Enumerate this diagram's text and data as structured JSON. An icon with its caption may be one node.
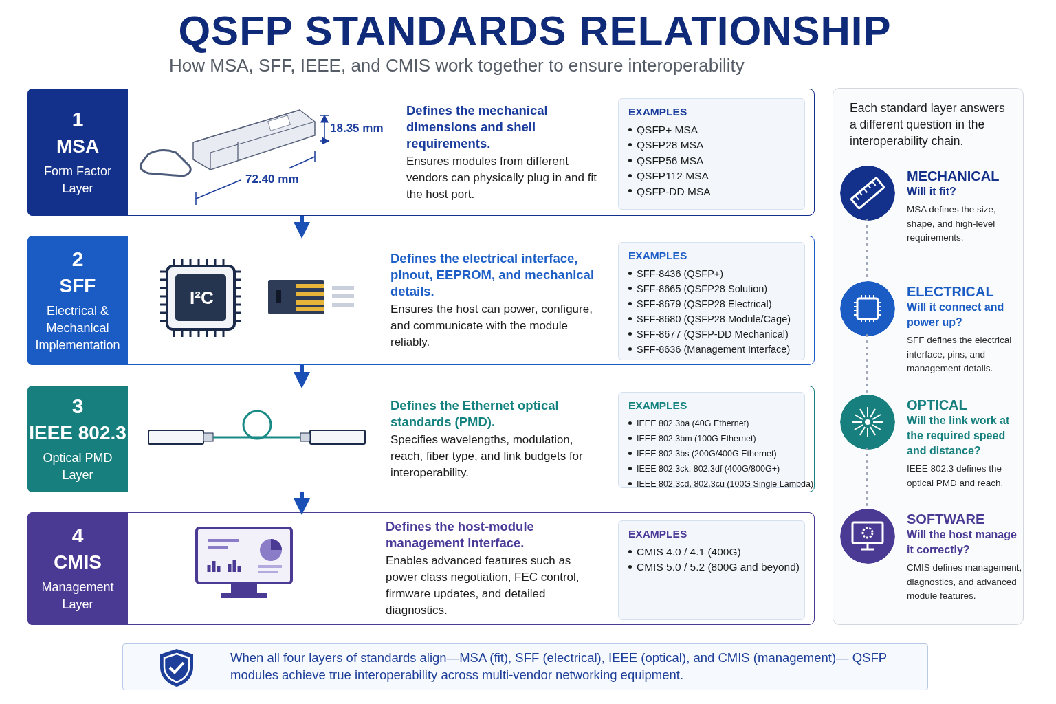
{
  "diagram": {
    "title": "QSFP STANDARDS RELATIONSHIP",
    "caption": "How MSA, SFF, IEEE, and CMIS work together to ensure interoperability",
    "nodes": [
      {
        "text": [
          "1",
          "MSA",
          "Form Factor Layer",
          "Defines the mechanical dimensions and shell requirements.",
          "Ensures modules from different vendors can physically plug in and fit the host port."
        ]
      },
      {
        "text": [
          "EXAMPLES",
          "QSFP+ MSA",
          "QSFP28 MSA",
          "QSFP56 MSA",
          "QSFP112 MSA",
          "QSFP-DD MSA"
        ],
        "in": 0
      },
      {
        "text": [
          "2",
          "SFF",
          "Electrical & Mechanical Implementation",
          "Defines the electrical interface, pinout, EEPROM, and mechanical details.",
          "Ensures the host can power, configure, and communicate with the module reliably."
        ]
      },
      {
        "text": [
          "EXAMPLES",
          "SFF-8436 (QSFP+)",
          "SFF-8665 (QSFP28 Solution)",
          "SFF-8679 (QSFP28 Electrical)",
          "SFF-8680 (QSFP28 Module/Cage)",
          "SFF-8677 (QSFP-DD Mechanical)",
          "SFF-8636 (Management Interface)"
        ],
        "in": 2
      },
      {
        "text": [
          "3",
          "IEEE 802.3",
          "Optical PMD Layer",
          "Defines the Ethernet optical standards (PMD).",
          "Specifies wavelengths, modulation, reach, fiber type, and link budgets for interoperability."
        ]
      },
      {
        "text": [
          "EXAMPLES",
          "IEEE 802.3ba (40G Ethernet)",
          "IEEE 802.3bm (100G Ethernet)",
          "IEEE 802.3bs (200G/400G Ethernet)",
          "IEEE 802.3ck, 802.3df (400G/800G+)",
          "IEEE 802.3cd, 802.3cu (100G Single Lambda)"
        ],
        "in": 4
      },
      {
        "text": [
          "4",
          "CMIS",
          "Management Layer",
          "Defines the host-module management interface.",
          "Enables advanced features such as power class negotiation, FEC control, firmware updates, and detailed diagnostics."
        ]
      },
      {
        "text": [
          "EXAMPLES",
          "CMIS 4.0 / 4.1 (400G)",
          "CMIS 5.0 / 5.2 (800G and beyond)"
        ],
        "in": 6
      },
      {
        "text": [
          "Each standard layer answers a different question in the interoperability chain."
        ]
      },
      {
        "text": [
          "MECHANICAL",
          "Will it fit?",
          "MSA defines the size, shape, and high-level requirements."
        ],
        "in": 8
      },
      {
        "text": [],
        "shape": "circle",
        "in": 9
      },
      {
        "text": [
          "ELECTRICAL",
          "Will it connect and power up?",
          "SFF defines the electrical interface, pins, and management details."
        ],
        "in": 8
      },
      {
        "text": [],
        "shape": "circle",
        "in": 11
      },
      {
        "text": [
          "OPTICAL",
          "Will the link work at the required speed and distance?",
          "IEEE 802.3 defines the optical PMD and reach."
        ],
        "in": 8
      },
      {
        "text": [],
        "shape": "circle",
        "in": 13
      },
      {
        "text": [
          "SOFTWARE",
          "Will the host manage it correctly?",
          "CMIS defines management, diagnostics, and advanced module features."
        ],
        "in": 8
      },
      {
        "text": [],
        "shape": "circle",
        "in": 15
      },
      {
        "text": [
          "When all four layers of standards align—MSA (fit), SFF (electrical), IEEE (optical), and CMIS (management)— QSFP modules achieve true interoperability across multi-vendor networking equipment."
        ]
      }
    ],
    "edges": [
      {
        "from": 0,
        "to": 2,
        "arrow": "to"
      },
      {
        "from": 2,
        "to": 4,
        "arrow": "to"
      },
      {
        "from": 4,
        "to": 6,
        "arrow": "to"
      },
      {
        "from": 10,
        "to": 12,
        "arrow": "none",
        "style": "dashed",
        "color": "#9aa3b5"
      },
      {
        "from": 12,
        "to": 14,
        "arrow": "none",
        "style": "dashed",
        "color": "#9aa3b5"
      },
      {
        "from": 14,
        "to": 16,
        "arrow": "none",
        "style": "dashed",
        "color": "#9aa3b5"
      }
    ],
    "labels": [
      "18.35 mm",
      "72.40 mm",
      "I²C"
    ]
  }
}
